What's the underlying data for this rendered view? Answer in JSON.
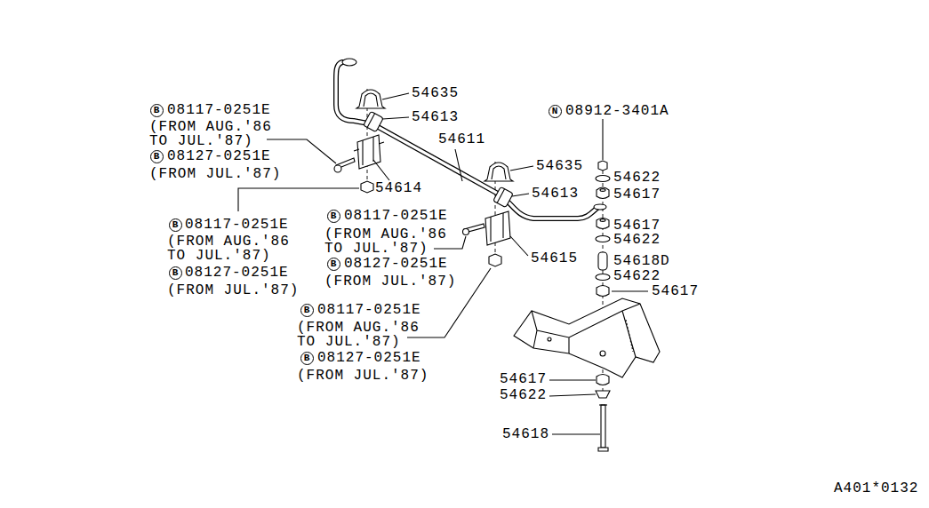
{
  "diagram": {
    "labels": [
      "B",
      "08117-0251E",
      "(FROM AUG.'86 TO JUL.'87)",
      "B",
      "08127-0251E",
      "(FROM JUL.'87)",
      "54635",
      "54613",
      "54611",
      "N",
      "08912-3401A",
      "54635",
      "54622",
      "54614",
      "54613",
      "54617",
      "B",
      "08117-0251E",
      "(FROM AUG.'86 TO JUL.'87)",
      "B",
      "08127-0251E",
      "(FROM JUL.'87)",
      "B",
      "08117-0251E",
      "(FROM AUG.'86 TO JUL.'87)",
      "B",
      "08127-0251E",
      "(FROM JUL.'87)",
      "54617",
      "54622",
      "54615",
      "54618D",
      "54622",
      "54617",
      "B",
      "08117-0251E",
      "(FROM AUG.'86 TO JUL.'87)",
      "B",
      "08127-0251E",
      "(FROM JUL.'87)",
      "54617",
      "54622",
      "54618",
      "A401*0132"
    ]
  }
}
